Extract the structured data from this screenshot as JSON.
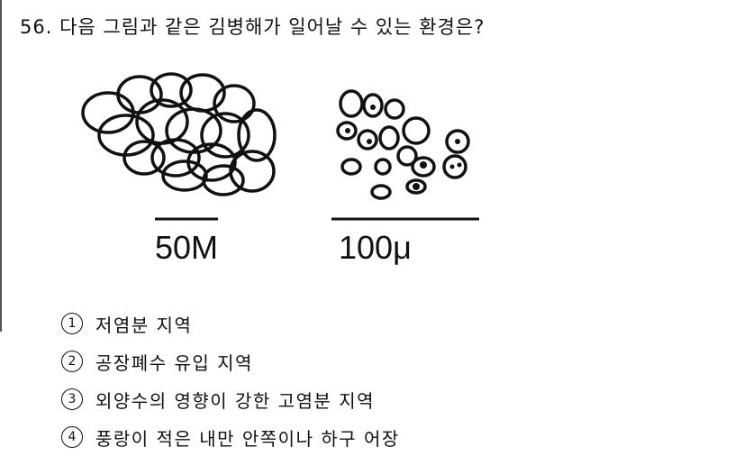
{
  "question": {
    "text": "56. 다음 그림과 같은 김병해가 일어날 수 있는 환경은?"
  },
  "figure": {
    "left_scale_label": "50M",
    "right_scale_label": "100μ"
  },
  "choices": [
    {
      "num": "1",
      "text": "저염분 지역"
    },
    {
      "num": "2",
      "text": "공장폐수 유입 지역"
    },
    {
      "num": "3",
      "text": "외양수의 영향이 강한 고염분 지역"
    },
    {
      "num": "4",
      "text": "풍랑이 적은 내만 안쪽이나 하구 어장"
    }
  ]
}
